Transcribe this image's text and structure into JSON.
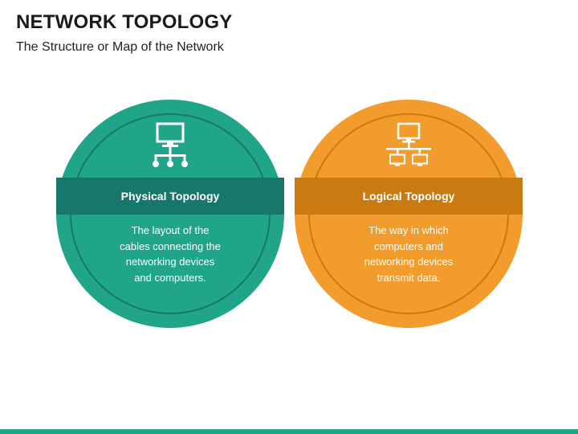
{
  "header": {
    "title": "NETWORK TOPOLOGY",
    "subtitle": "The Structure or Map of the Network"
  },
  "cards": [
    {
      "title": "Physical Topology",
      "description_lines": [
        "The layout of the",
        "cables connecting the",
        "networking devices",
        "and computers."
      ],
      "icon": "computer-network-icon",
      "color": "#21a589",
      "band_color": "#17776a",
      "ring_color": "#17776a"
    },
    {
      "title": "Logical Topology",
      "description_lines": [
        "The way in which",
        "computers and",
        "networking devices",
        "transmit data."
      ],
      "icon": "computer-lan-icon",
      "color": "#f29c2e",
      "band_color": "#c97a10",
      "ring_color": "#c97a10"
    }
  ],
  "footer": {
    "bar_color": "#21a589"
  }
}
